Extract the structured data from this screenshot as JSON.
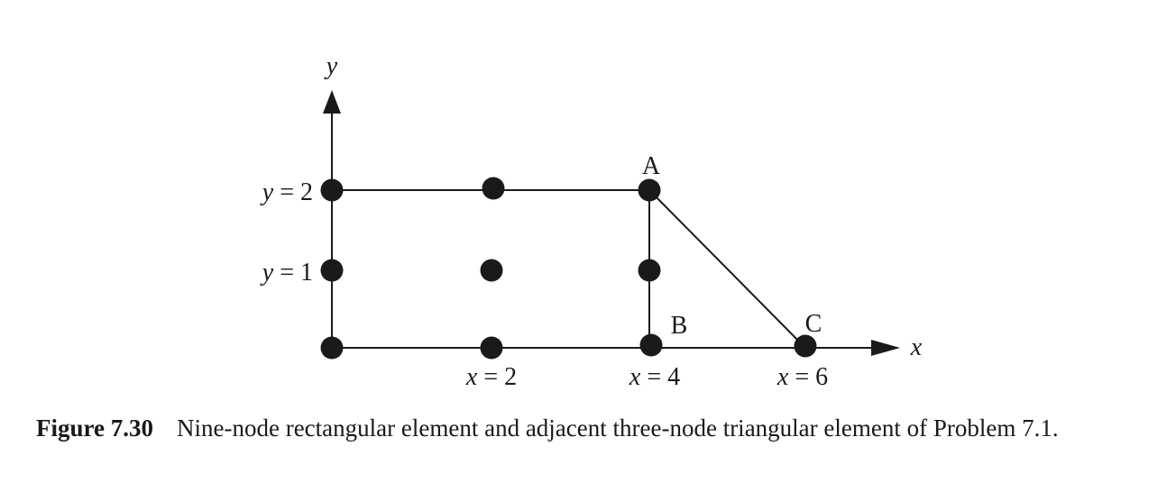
{
  "diagram": {
    "axis_x_label": "x",
    "axis_y_label": "y",
    "y_labels": [
      {
        "var": "y",
        "eq": "=",
        "val": "2"
      },
      {
        "var": "y",
        "eq": "=",
        "val": "1"
      }
    ],
    "x_labels": [
      {
        "var": "x",
        "eq": "=",
        "val": "2"
      },
      {
        "var": "x",
        "eq": "=",
        "val": "4"
      },
      {
        "var": "x",
        "eq": "=",
        "val": "6"
      }
    ],
    "node_labels": {
      "A": "A",
      "B": "B",
      "C": "C"
    }
  },
  "caption": {
    "figure_number": "Figure 7.30",
    "text": "Nine-node rectangular element and adjacent three-node triangular element of Problem 7.1."
  }
}
